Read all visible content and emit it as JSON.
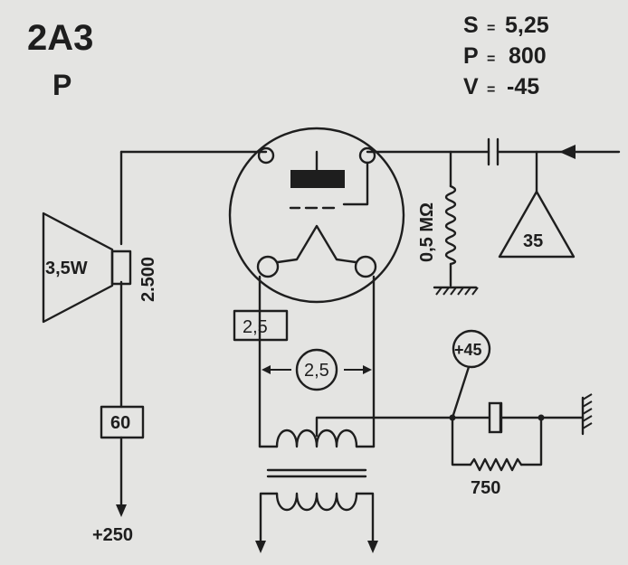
{
  "tube": {
    "name": "2A3",
    "type_letter": "P"
  },
  "specs": [
    {
      "symbol": "S",
      "value": "5,25"
    },
    {
      "symbol": "P",
      "value": "800"
    },
    {
      "symbol": "V",
      "value": "-45"
    }
  ],
  "components": {
    "speaker_power": "3,5W",
    "output_load": "2.500",
    "plate_resistor_box": "60",
    "plate_supply": "+250",
    "grid_resistor": "0,5 MΩ",
    "driver_stage": "35",
    "filament_box": "2,5",
    "filament_circle": "2,5",
    "bias_voltage": "+45",
    "cathode_resistor": "750"
  },
  "colors": {
    "ink": "#1e1e1e",
    "paper": "#e4e4e2"
  }
}
